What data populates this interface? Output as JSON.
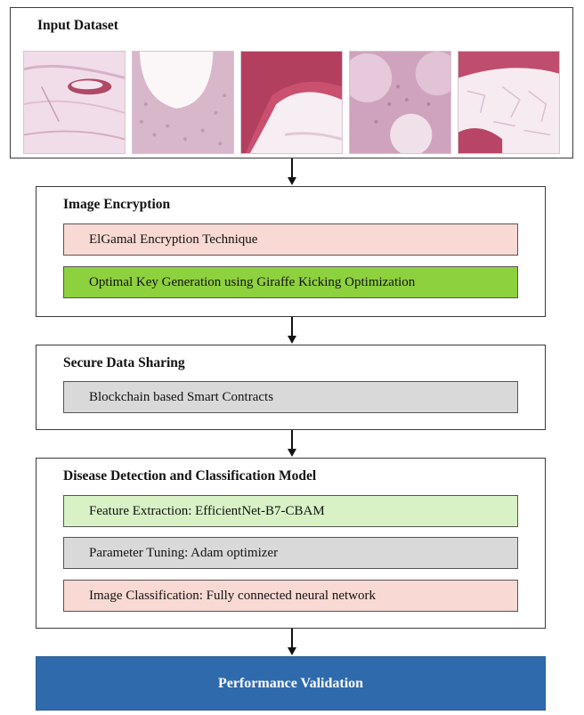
{
  "input_dataset": {
    "title": "Input Dataset",
    "images": [
      {
        "name": "histology-image-1"
      },
      {
        "name": "histology-image-2"
      },
      {
        "name": "histology-image-3"
      },
      {
        "name": "histology-image-4"
      },
      {
        "name": "histology-image-5"
      }
    ]
  },
  "image_encryption": {
    "title": "Image Encryption",
    "steps": [
      {
        "label": "ElGamal Encryption Technique",
        "color": "#f9d9d3"
      },
      {
        "label": "Optimal Key Generation using Giraffe Kicking Optimization",
        "color": "#8ed13f"
      }
    ]
  },
  "secure_sharing": {
    "title": "Secure Data Sharing",
    "steps": [
      {
        "label": "Blockchain based Smart Contracts",
        "color": "#d9d9d9"
      }
    ]
  },
  "detection_model": {
    "title": "Disease Detection and Classification Model",
    "steps": [
      {
        "label": "Feature Extraction: EfficientNet-B7-CBAM",
        "color": "#d8f2c6"
      },
      {
        "label": "Parameter Tuning: Adam optimizer",
        "color": "#d9d9d9"
      },
      {
        "label": "Image Classification: Fully connected neural network",
        "color": "#f9d9d3"
      }
    ]
  },
  "final_step": {
    "label": "Performance Validation",
    "color": "#2f6aad"
  }
}
